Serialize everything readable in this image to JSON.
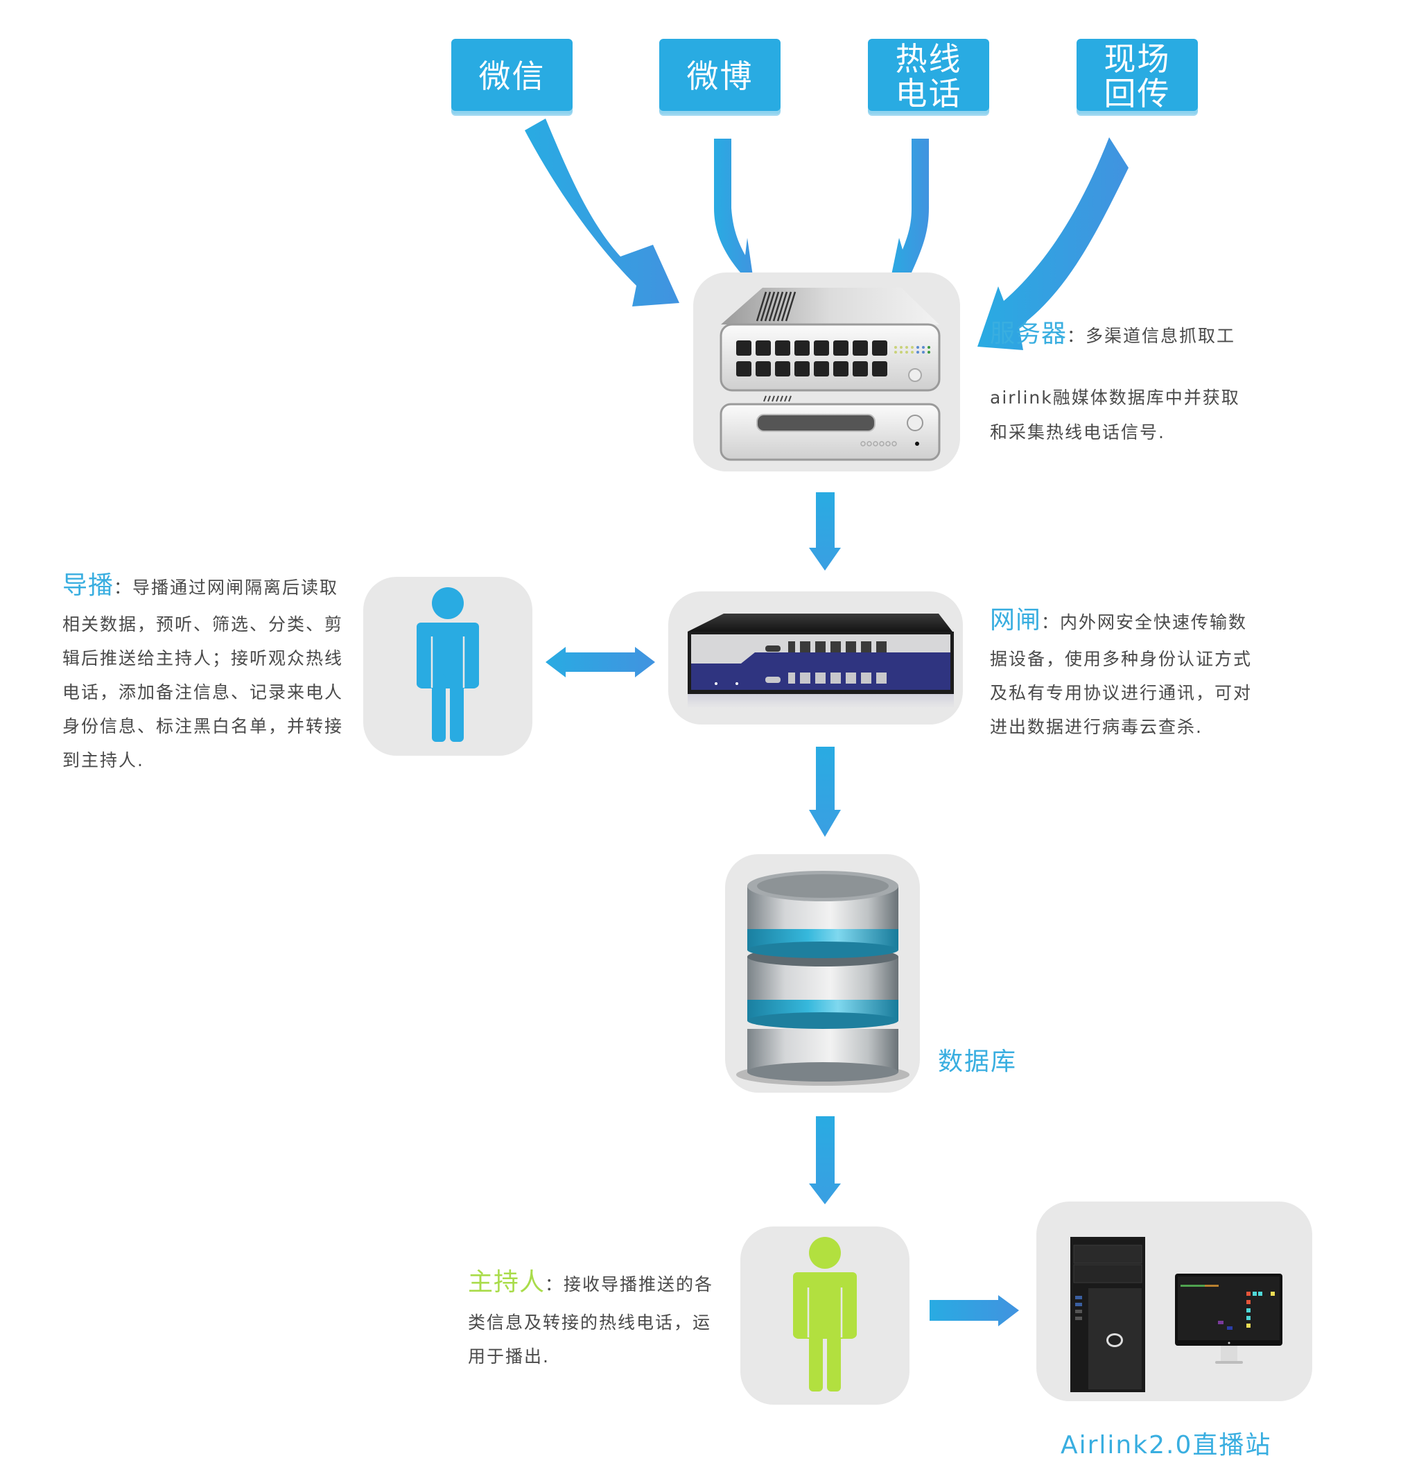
{
  "sources": [
    {
      "id": "wechat",
      "lines": [
        "微信"
      ]
    },
    {
      "id": "weibo",
      "lines": [
        "微博"
      ]
    },
    {
      "id": "hotline",
      "lines": [
        "热线",
        "电话"
      ]
    },
    {
      "id": "onsite",
      "lines": [
        "现场",
        "回传"
      ]
    }
  ],
  "server": {
    "title": "服务器",
    "lines": [
      "：多渠道信息抓取工",
      "airlink融媒体数据库中并获取",
      "和采集热线电话信号."
    ]
  },
  "gateway": {
    "title": "网闸",
    "lines": [
      "：内外网安全快速传输数",
      "据设备，使用多种身份认证方式",
      "及私有专用协议进行通讯，可对",
      "进出数据进行病毒云查杀."
    ]
  },
  "director": {
    "title": "导播",
    "lines": [
      "：导播通过网闸隔离后读取",
      "相关数据，预听、筛选、分类、剪",
      "辑后推送给主持人；接听观众热线",
      "电话，添加备注信息、记录来电人",
      "身份信息、标注黑白名单，并转接",
      "到主持人."
    ]
  },
  "database": {
    "label": "数据库"
  },
  "host": {
    "title": "主持人",
    "lines": [
      "：接收导播推送的各",
      "类信息及转接的热线电话，运",
      "用于播出."
    ]
  },
  "station": {
    "label": "Airlink2.0直播站"
  },
  "colors": {
    "accent_blue": "#29abe2",
    "arrow_blue_end": "#4193e0",
    "host_green": "#b2e03f",
    "panel_gray": "#e8e8e8",
    "text_gray": "#4a4a4a"
  }
}
